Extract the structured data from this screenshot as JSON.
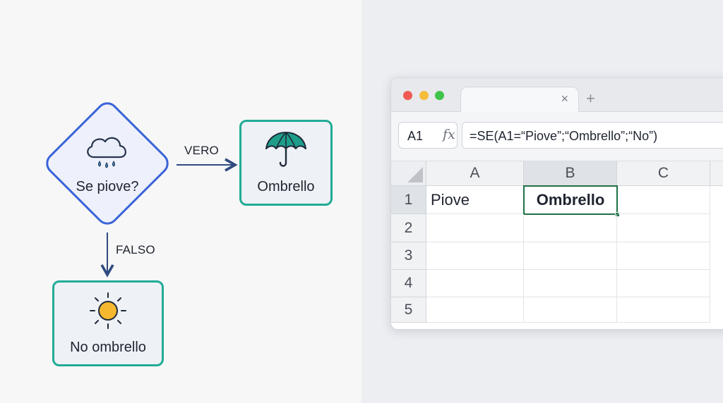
{
  "flowchart": {
    "decision": {
      "label": "Se piove?",
      "icon": "rain-cloud-icon"
    },
    "true_branch": {
      "edge_label": "VERO",
      "label": "Ombrello",
      "icon": "umbrella-icon"
    },
    "false_branch": {
      "edge_label": "FALSO",
      "label": "No ombrello",
      "icon": "sun-icon"
    },
    "colors": {
      "decision_border": "#3a63d8",
      "result_border": "#22ab97",
      "arrow": "#2f4a80"
    }
  },
  "window": {
    "tab": {
      "close_symbol": "×"
    },
    "new_tab_symbol": "+",
    "name_box": "A1",
    "fx_symbol": "fx",
    "formula": "=SE(A1=“Piove”;“Ombrello”;“No”)",
    "columns": [
      "A",
      "B",
      "C"
    ],
    "rows": [
      "1",
      "2",
      "3",
      "4",
      "5"
    ],
    "cells": {
      "A1": "Piove",
      "B1": "Ombrello"
    },
    "selected_cell": "B1",
    "selection_color": "#1e7145"
  }
}
